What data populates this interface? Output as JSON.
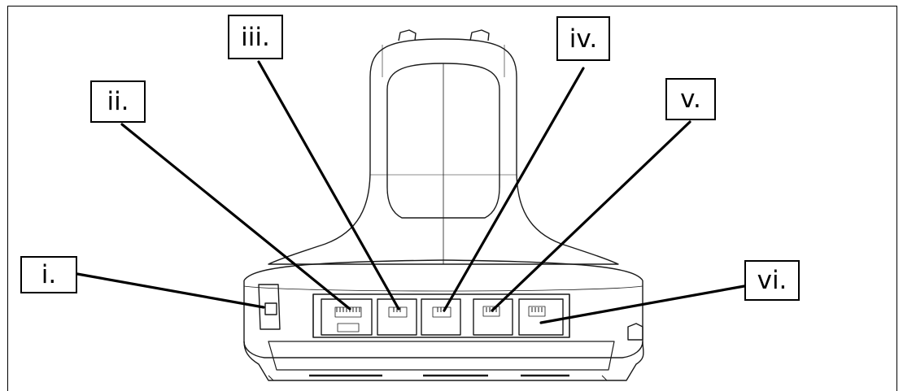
{
  "callouts": [
    {
      "id": "i",
      "label": "i."
    },
    {
      "id": "ii",
      "label": "ii."
    },
    {
      "id": "iii",
      "label": "iii."
    },
    {
      "id": "iv",
      "label": "iv."
    },
    {
      "id": "v",
      "label": "v."
    },
    {
      "id": "vi",
      "label": "vi."
    }
  ],
  "colors": {
    "line": "#000000",
    "drawing": "#1a1a1a",
    "background": "#ffffff"
  }
}
